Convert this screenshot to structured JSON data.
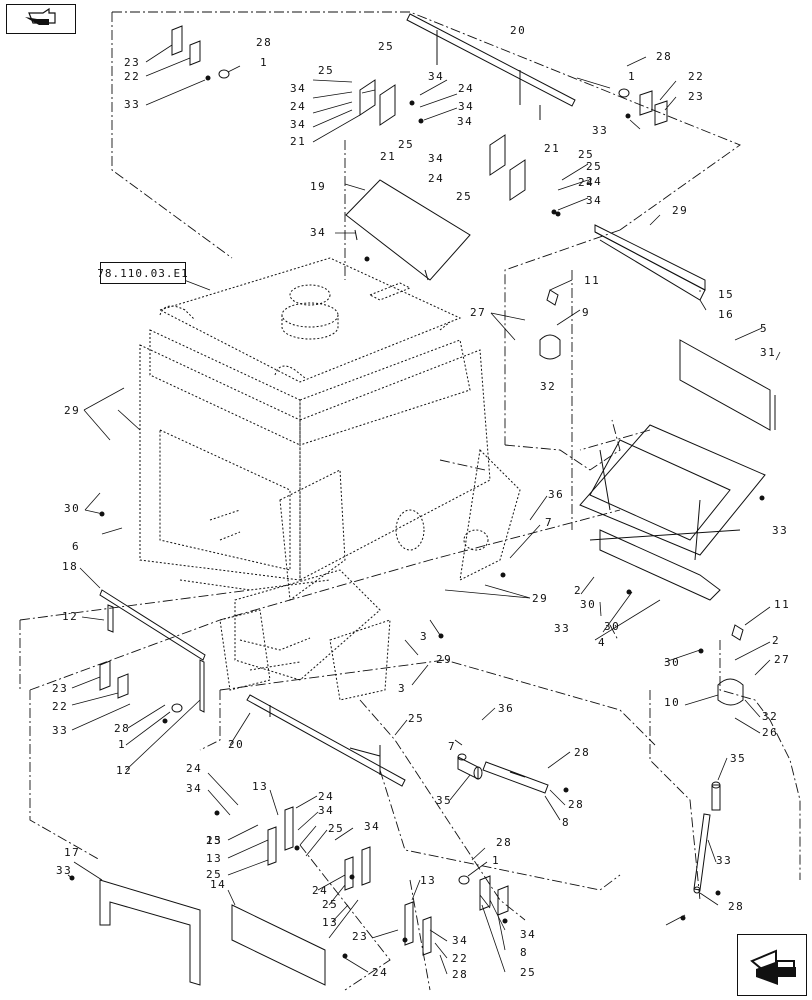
{
  "reference_box": "78.110.03.E1",
  "navigation": {
    "top_left": "page-back-icon",
    "bottom_right": "page-forward-icon"
  },
  "callouts": [
    "20",
    "28",
    "23",
    "22",
    "1",
    "33",
    "25",
    "25",
    "34",
    "24",
    "34",
    "21",
    "21",
    "25",
    "34",
    "24",
    "34",
    "28",
    "1",
    "22",
    "23",
    "33",
    "34",
    "24",
    "21",
    "25",
    "34",
    "24",
    "25",
    "25",
    "24",
    "34",
    "19",
    "34",
    "29",
    "15",
    "16",
    "11",
    "27",
    "9",
    "32",
    "5",
    "31",
    "29",
    "30",
    "6",
    "36",
    "7",
    "33",
    "18",
    "12",
    "2",
    "30",
    "29",
    "33",
    "30",
    "4",
    "11",
    "2",
    "27",
    "23",
    "22",
    "28",
    "33",
    "1",
    "12",
    "30",
    "3",
    "29",
    "3",
    "10",
    "32",
    "26",
    "25",
    "36",
    "20",
    "7",
    "28",
    "35",
    "28",
    "8",
    "24",
    "34",
    "13",
    "24",
    "34",
    "25",
    "34",
    "13",
    "13",
    "25",
    "28",
    "17",
    "33",
    "35",
    "1",
    "14",
    "24",
    "25",
    "13",
    "13",
    "25",
    "34",
    "23",
    "34",
    "22",
    "8",
    "33",
    "25",
    "24",
    "28",
    "28"
  ]
}
